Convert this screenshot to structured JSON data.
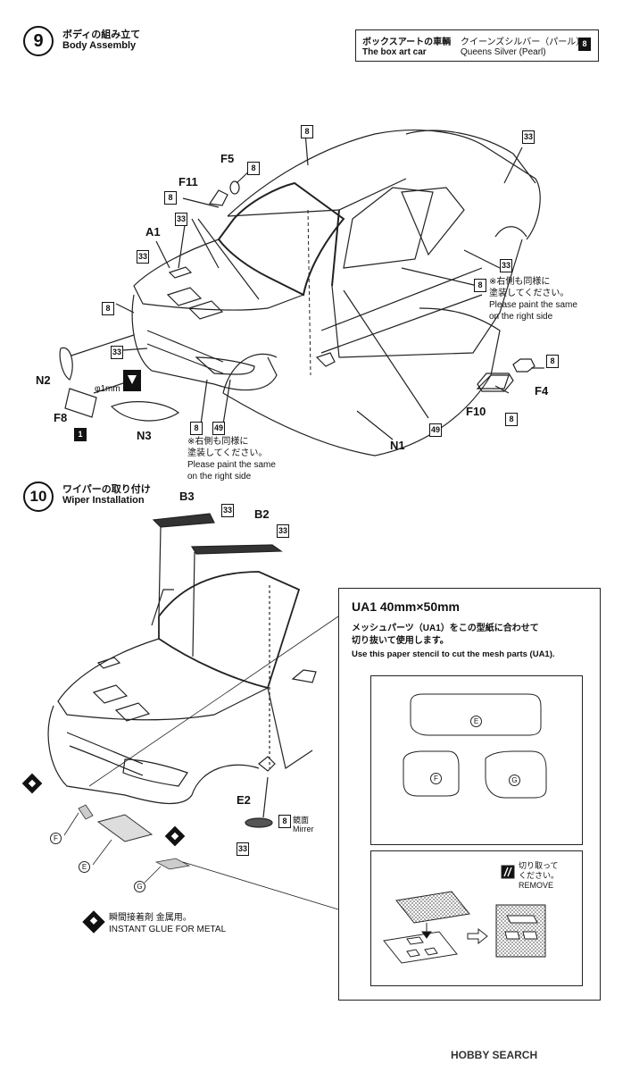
{
  "step9": {
    "number": "9",
    "title_jp": "ボディの組み立て",
    "title_en": "Body Assembly"
  },
  "box_art": {
    "jp": "ボックスアートの車輌",
    "en": "The box art car",
    "color_jp": "クイーンズシルバー（パール）",
    "color_en": "Queens Silver (Pearl)",
    "color_num": "8"
  },
  "step9_labels": {
    "f5": "F5",
    "f11": "F11",
    "a1": "A1",
    "n2": "N2",
    "f8": "F8",
    "n3": "N3",
    "n1": "N1",
    "f4": "F4",
    "f10": "F10",
    "phi": "φ1mm"
  },
  "step9_nums": {
    "n8_top": "8",
    "n8_f5": "8",
    "n8_f11": "8",
    "n33_a": "33",
    "n33_a1": "33",
    "n8_left": "8",
    "n33_left": "33",
    "n1_f8": "1",
    "n8_bottom": "8",
    "n49_bottom": "49",
    "n49_right": "49",
    "n33_rear": "33",
    "n33_side": "33",
    "n8_side": "8",
    "n8_f4": "8",
    "n8_f10": "8"
  },
  "note_side": {
    "jp1": "※右側も同様に",
    "jp2": "塗装してください。",
    "en1": "Please paint the same",
    "en2": "on the right side"
  },
  "note_bottom": {
    "jp1": "※右側も同様に",
    "jp2": "塗装してください。",
    "en1": "Please paint the same",
    "en2": "on the right side"
  },
  "step10": {
    "number": "10",
    "title_jp": "ワイパーの取り付け",
    "title_en": "Wiper Installation"
  },
  "step10_labels": {
    "b3": "B3",
    "b2": "B2",
    "e2": "E2",
    "mirror_jp": "鏡面",
    "mirror_en": "Mirrer",
    "f": "F",
    "e": "E",
    "g": "G"
  },
  "step10_nums": {
    "n33_b3": "33",
    "n33_b2": "33",
    "n8_e2": "8",
    "n33_e2": "33"
  },
  "panel": {
    "title": "UA1  40mm×50mm",
    "jp1": "メッシュパーツ（UA1）をこの型紙に合わせて",
    "jp2": "切り抜いて使用します。",
    "en": "Use this paper stencil to cut the mesh parts (UA1).",
    "e": "E",
    "f": "F",
    "g": "G",
    "remove_jp1": "切り取って",
    "remove_jp2": "ください。",
    "remove_en": "REMOVE"
  },
  "glue": {
    "jp": "瞬間接着剤 金属用。",
    "en": "INSTANT GLUE FOR METAL"
  },
  "footer": {
    "brand": "HOBBY SEARCH"
  }
}
